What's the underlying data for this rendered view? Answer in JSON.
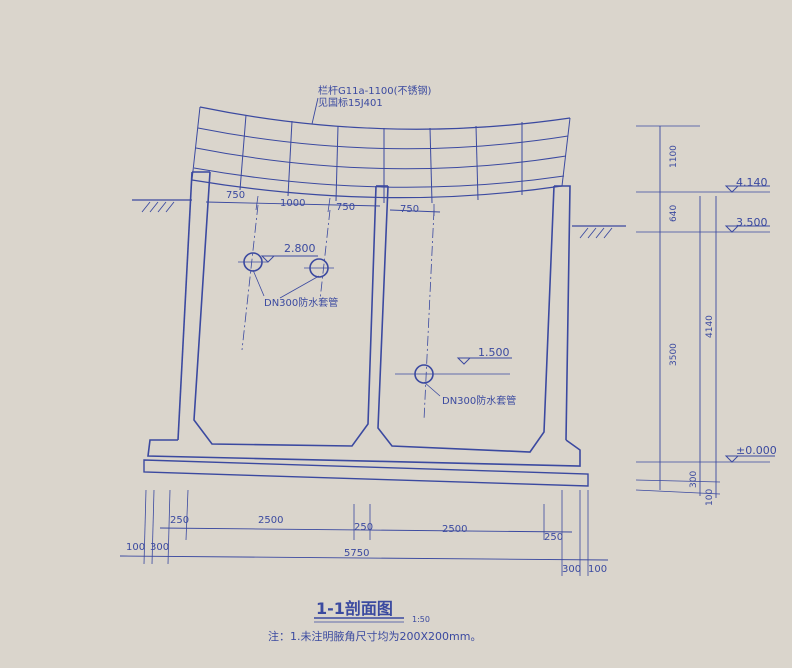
{
  "railing": {
    "line1": "栏杆G11a-1100(不锈钢)",
    "line2": "见国标15J401"
  },
  "dims_top": {
    "a": "750",
    "b": "1000",
    "c": "750",
    "d": "750"
  },
  "dims_right": {
    "d1100": "1100",
    "d640": "640",
    "d3500": "3500",
    "d4140": "4140",
    "d300": "300",
    "d100": "100"
  },
  "levels": {
    "top": "4.140",
    "ground": "3.500",
    "base": "±0.000",
    "pipe_left": "2.800",
    "pipe_right": "1.500"
  },
  "pipe_label": "DN300防水套管",
  "dims_bottom": {
    "w250a": "250",
    "w2500a": "2500",
    "w250b": "250",
    "w2500b": "2500",
    "w250c": "250",
    "w100l": "100",
    "w300l": "300",
    "total": "5750",
    "w300r": "300",
    "w100r": "100"
  },
  "title": {
    "text": "1-1剖面图",
    "scale": "1:50"
  },
  "note": "注：1.未注明腋角尺寸均为200X200mm。",
  "colors": {
    "paper": "#d7d2c8",
    "ink": "#3b4aa0"
  }
}
